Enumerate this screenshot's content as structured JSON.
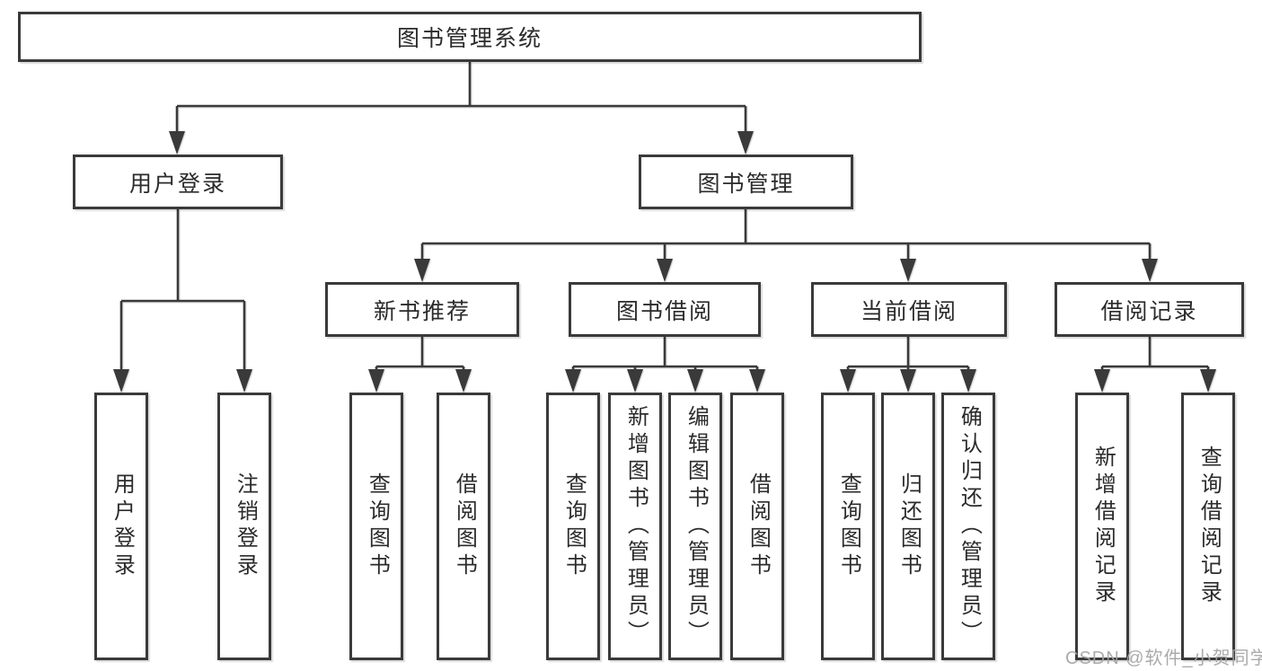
{
  "root": {
    "label": "图书管理系统"
  },
  "branches": [
    {
      "label": "用户登录",
      "children": [
        {
          "label": "用户登录"
        },
        {
          "label": "注销登录"
        }
      ]
    },
    {
      "label": "图书管理",
      "children": [
        {
          "label": "新书推荐",
          "children": [
            {
              "label": "查询图书"
            },
            {
              "label": "借阅图书"
            }
          ]
        },
        {
          "label": "图书借阅",
          "children": [
            {
              "label": "查询图书"
            },
            {
              "label": "新增图书（管理员）"
            },
            {
              "label": "编辑图书（管理员）"
            },
            {
              "label": "借阅图书"
            }
          ]
        },
        {
          "label": "当前借阅",
          "children": [
            {
              "label": "查询图书"
            },
            {
              "label": "归还图书"
            },
            {
              "label": "确认归还（管理员）"
            }
          ]
        },
        {
          "label": "借阅记录",
          "children": [
            {
              "label": "新增借阅记录"
            },
            {
              "label": "查询借阅记录"
            }
          ]
        }
      ]
    }
  ],
  "watermark": "CSDN @软件_小贺同学",
  "colors": {
    "line": "#3a3a3a",
    "text": "#2b2b2b",
    "watermark": "#a4a4a4",
    "background": "#ffffff"
  }
}
